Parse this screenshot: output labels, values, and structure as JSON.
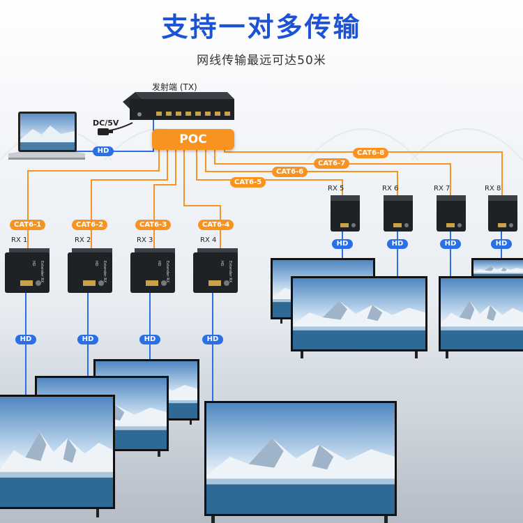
{
  "title": "支持一对多传输",
  "subtitle": "网线传输最远可达50米",
  "transmitter": {
    "label": "发射端 (TX)",
    "poc": "POC"
  },
  "power": {
    "label": "DC/5V"
  },
  "source_link": {
    "hd": "HD"
  },
  "cables": [
    {
      "label": "CAT6-1"
    },
    {
      "label": "CAT6-2"
    },
    {
      "label": "CAT6-3"
    },
    {
      "label": "CAT6-4"
    },
    {
      "label": "CAT6-5"
    },
    {
      "label": "CAT6-6"
    },
    {
      "label": "CAT6-7"
    },
    {
      "label": "CAT6-8"
    }
  ],
  "receivers": [
    {
      "label": "RX 1",
      "hd": "HD"
    },
    {
      "label": "RX 2",
      "hd": "HD"
    },
    {
      "label": "RX 3",
      "hd": "HD"
    },
    {
      "label": "RX 4",
      "hd": "HD"
    },
    {
      "label": "RX 5",
      "hd": "HD"
    },
    {
      "label": "RX 6",
      "hd": "HD"
    },
    {
      "label": "RX 7",
      "hd": "HD"
    },
    {
      "label": "RX 8",
      "hd": "HD"
    }
  ],
  "device_text": {
    "brand": "HD",
    "model": "Extender RX"
  },
  "colors": {
    "title": "#1c52d6",
    "cat_cable": "#f7931e",
    "hd_cable": "#2a6fe6",
    "device": "#1e2226"
  }
}
